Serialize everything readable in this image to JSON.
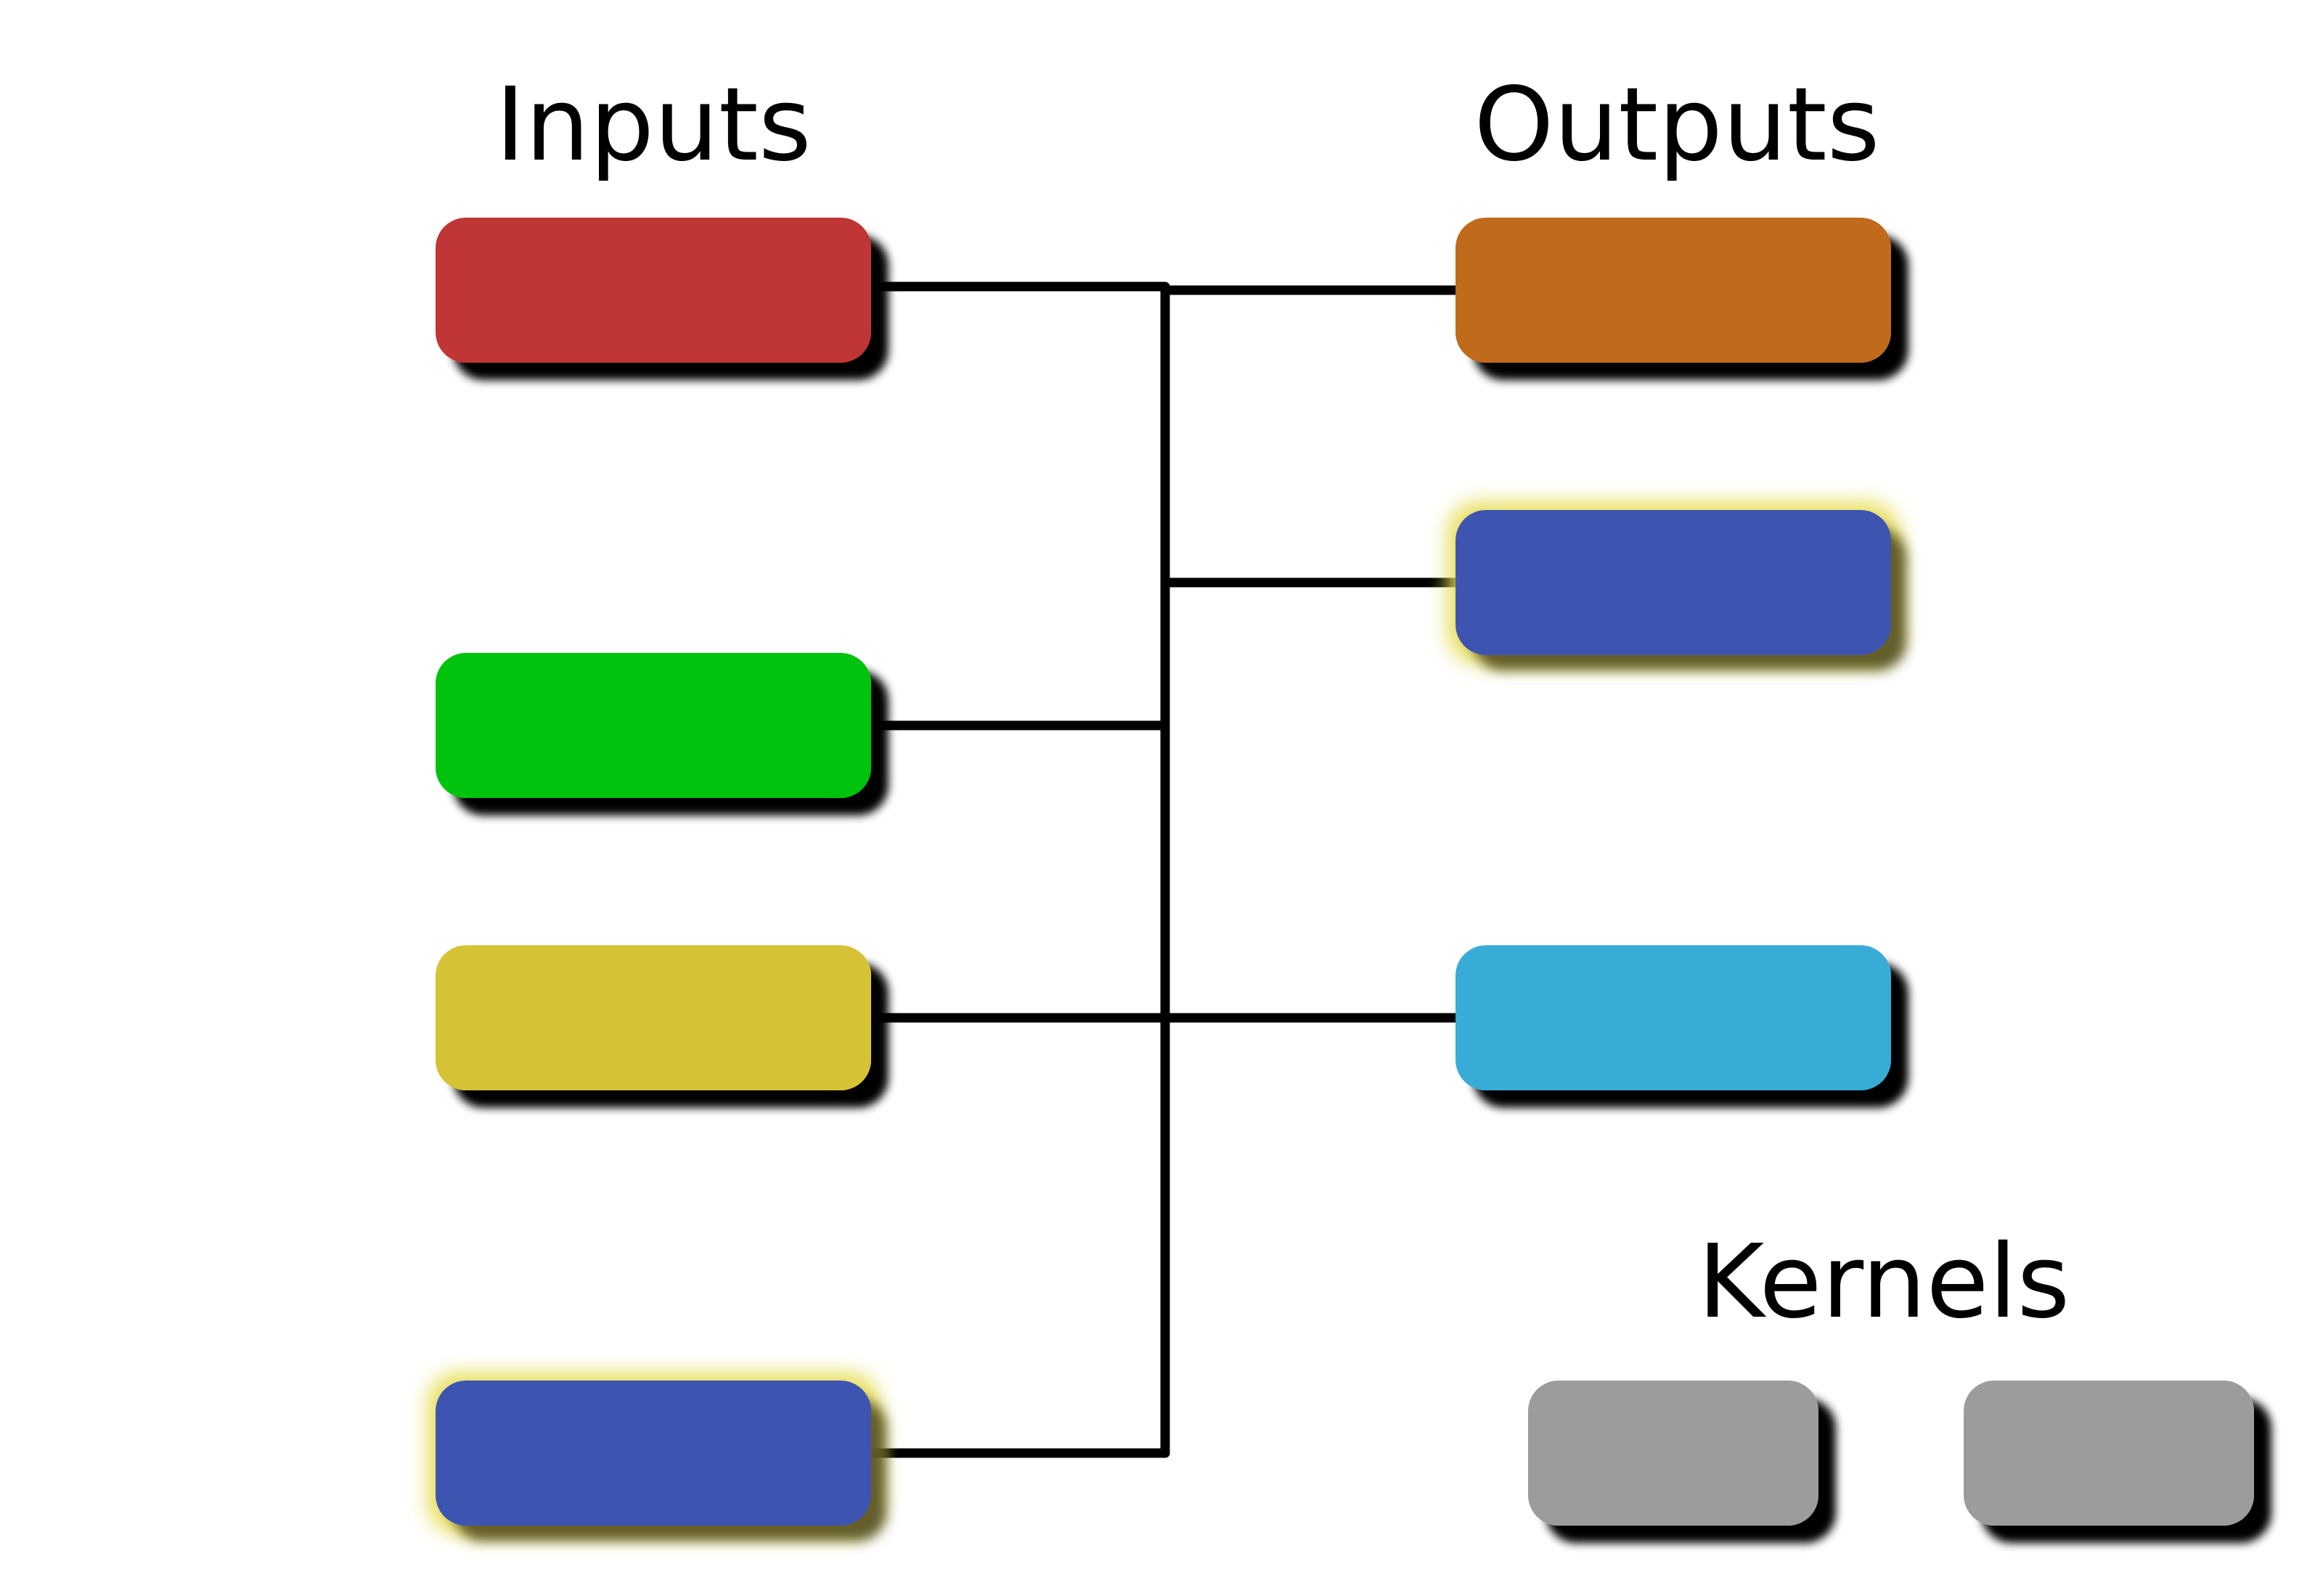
{
  "headings": {
    "inputs": "Inputs",
    "outputs": "Outputs",
    "kernels": "Kernels"
  },
  "colors": {
    "red": "#c03535",
    "green": "#03c30c",
    "yellow": "#d6c236",
    "blue": "#3e55b0",
    "orange": "#c06a1e",
    "cyan": "#38acd6",
    "gray": "#9c9c9c",
    "glow": "#e6dc50",
    "wire": "#000000"
  },
  "inputs": [
    {
      "color": "red",
      "highlighted": false
    },
    {
      "color": "green",
      "highlighted": false
    },
    {
      "color": "yellow",
      "highlighted": false
    },
    {
      "color": "blue",
      "highlighted": true
    }
  ],
  "outputs": [
    {
      "color": "orange",
      "highlighted": false
    },
    {
      "color": "blue",
      "highlighted": true
    },
    {
      "color": "cyan",
      "highlighted": false
    }
  ],
  "kernels": [
    {
      "color": "gray"
    },
    {
      "color": "gray"
    }
  ]
}
